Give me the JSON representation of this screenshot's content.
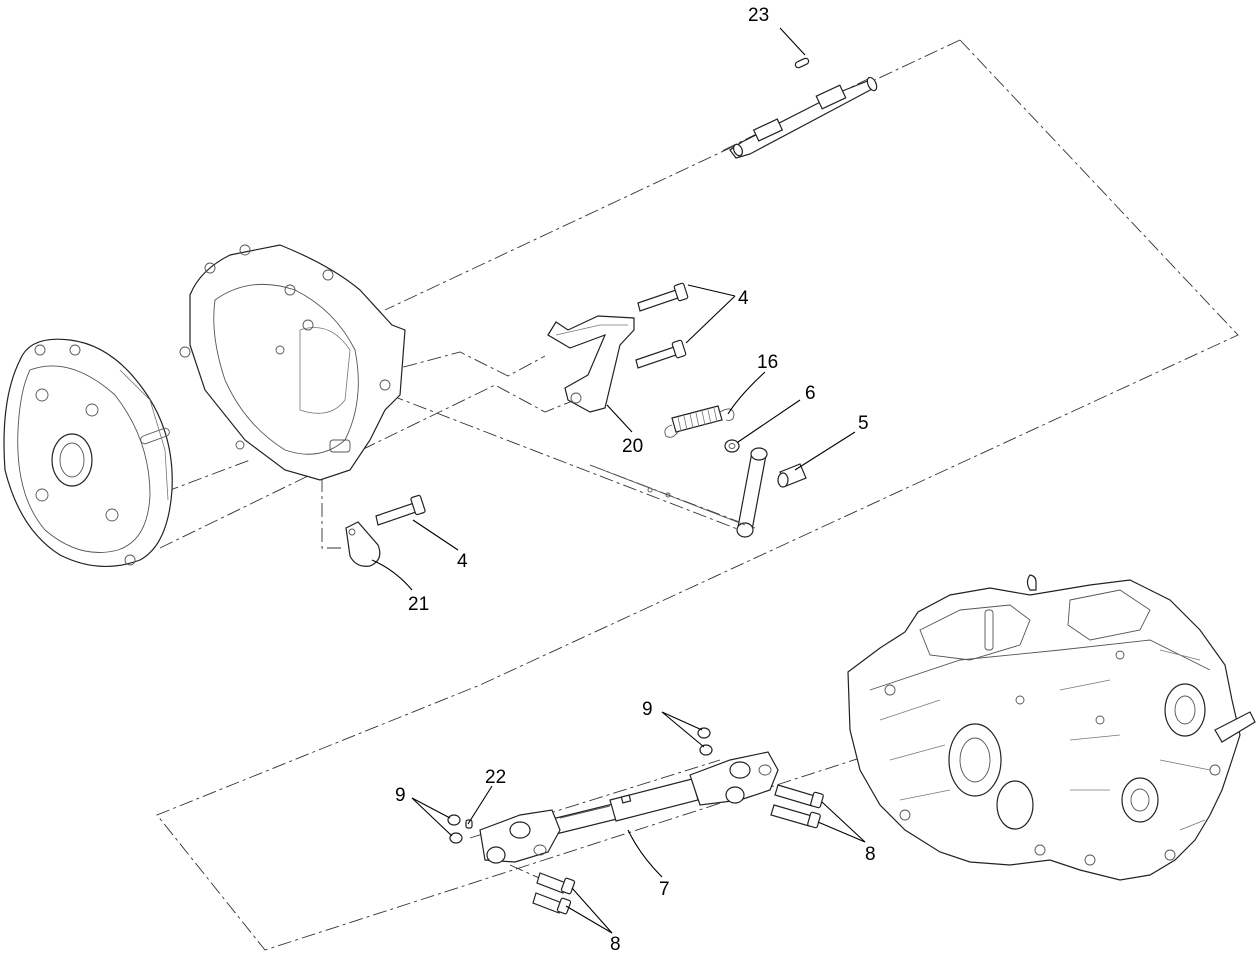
{
  "callouts": {
    "c23": "23",
    "c4a": "4",
    "c16": "16",
    "c6": "6",
    "c5": "5",
    "c20": "20",
    "c4b": "4",
    "c21": "21",
    "c9a": "9",
    "c22": "22",
    "c9b": "9",
    "c8a": "8",
    "c7": "7",
    "c8b": "8"
  },
  "colors": {
    "line": "#222222",
    "leader": "#000000",
    "background": "#ffffff"
  }
}
